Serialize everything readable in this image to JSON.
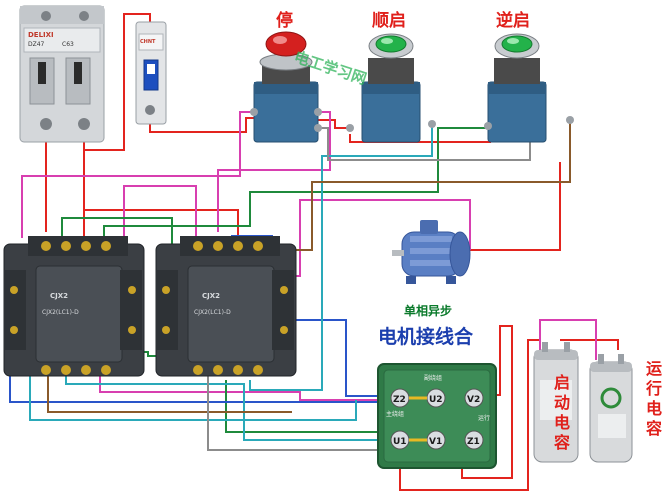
{
  "labels": {
    "stop": "停",
    "forward": "顺启",
    "reverse": "逆启",
    "motor_type": "单相异步",
    "motor_wiring": "电机接线合",
    "start_cap": "启动电容",
    "run_cap": "运行电容",
    "watermark": "电工学习网"
  },
  "terminals": {
    "z2": "Z2",
    "u2": "U2",
    "v2": "V2",
    "u1": "U1",
    "v1": "V1",
    "z1": "Z1",
    "aux": "副绕组",
    "main": "主绕组",
    "run": "运行"
  },
  "devices": {
    "breaker_brand": "DELIXI",
    "breaker_model": "DZ47",
    "breaker_rating": "C63",
    "small_breaker_brand": "CHNT",
    "contactor_brand": "CJX2",
    "contactor_model": "CJX2(LC1)-D"
  },
  "colors": {
    "red_wire": "#e3241e",
    "magenta_wire": "#d83fb0",
    "green_wire": "#1f8a3c",
    "blue_wire": "#2a55c9",
    "cyan_wire": "#2aa9b9",
    "brown_wire": "#8a5a2b",
    "gray_wire": "#8c8c8c",
    "label_red": "#e0201b",
    "label_blue": "#1c3fae"
  }
}
